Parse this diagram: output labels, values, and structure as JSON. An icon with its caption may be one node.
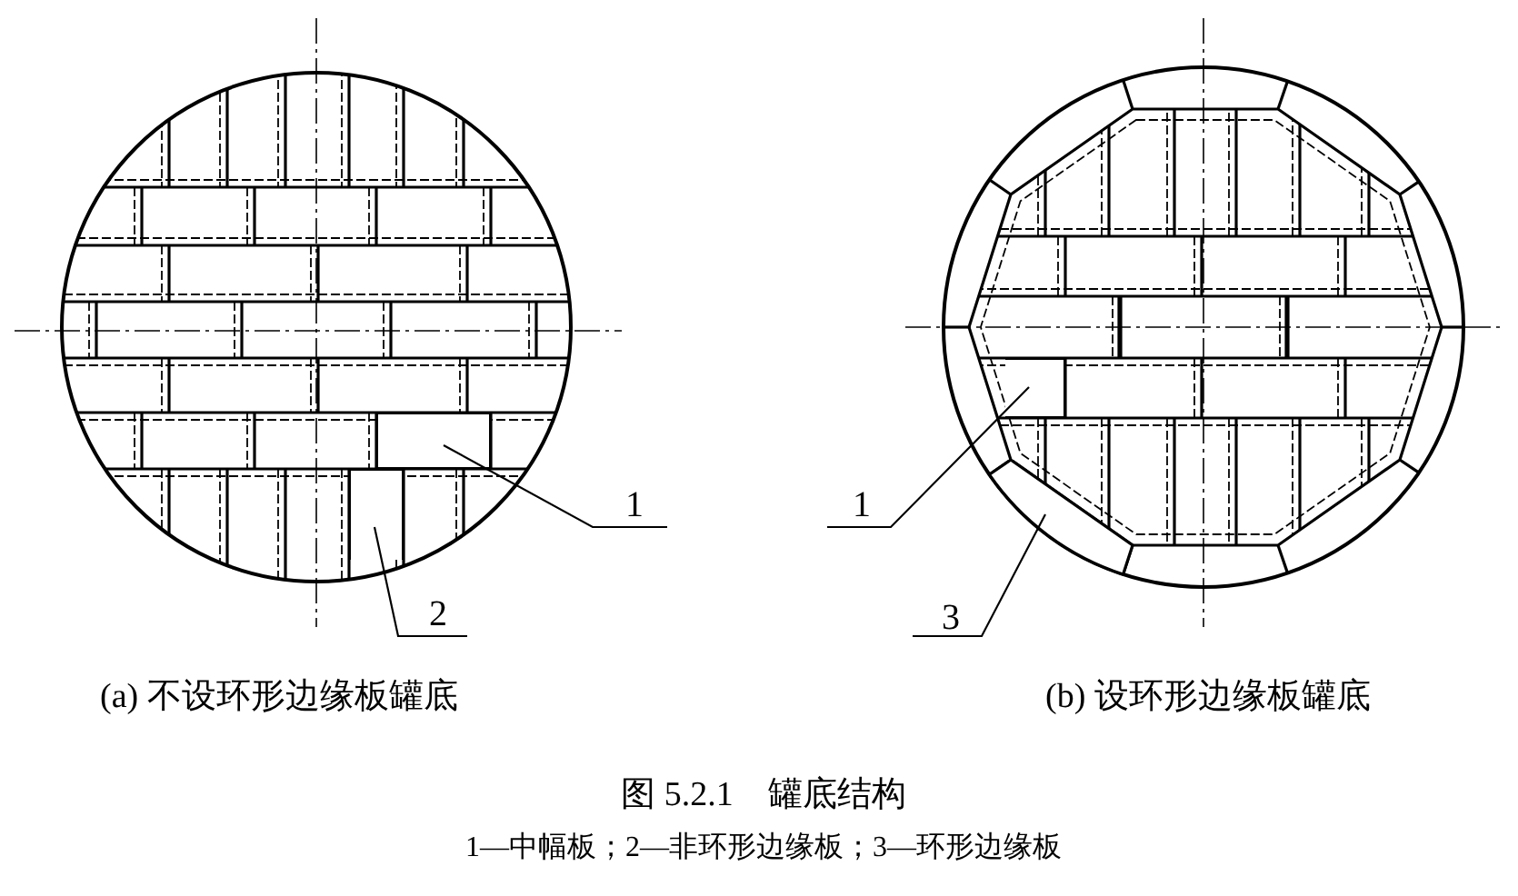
{
  "diagram": {
    "caption": "图 5.2.1　罐底结构",
    "nodes": [
      {
        "text": [
          "1"
        ]
      },
      {
        "text": [],
        "shape": "box"
      },
      {
        "text": [
          "2"
        ]
      },
      {
        "text": [],
        "shape": "box"
      },
      {
        "text": [
          "1"
        ]
      },
      {
        "text": [],
        "shape": "box"
      },
      {
        "text": [
          "3"
        ]
      },
      {
        "text": [],
        "shape": "box"
      }
    ],
    "edges": [
      {
        "from": 0,
        "to": 1,
        "arrow": "none"
      },
      {
        "from": 2,
        "to": 3,
        "arrow": "none"
      },
      {
        "from": 4,
        "to": 5,
        "arrow": "none"
      },
      {
        "from": 6,
        "to": 7,
        "arrow": "none"
      }
    ],
    "labels": [
      "(a) 不设环形边缘板罐底",
      "(b) 设环形边缘板罐底",
      "1—中幅板；2—非环形边缘板；3—环形边缘板"
    ]
  }
}
